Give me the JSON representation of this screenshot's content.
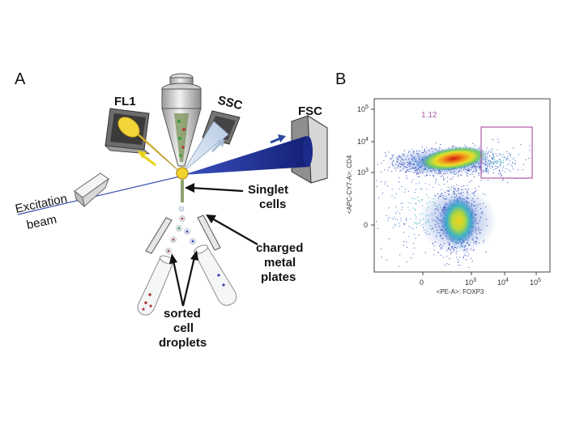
{
  "panel_a": {
    "letter": "A",
    "fl1_label": "FL1",
    "ssc_label": "SSC",
    "fsc_label": "FSC",
    "excitation_label": "Excitation",
    "beam_label": "beam",
    "singlet_line1": "Singlet",
    "singlet_line2": "cells",
    "plates_line1": "charged",
    "plates_line2": "metal",
    "plates_line3": "plates",
    "sorted_line1": "sorted",
    "sorted_line2": "cell",
    "sorted_line3": "droplets",
    "colors": {
      "fl1_cone": "#e8c61e",
      "ssc_cone": "#c8d8ea",
      "fsc_cone": "#1b2a8f",
      "beam": "#3a56b0"
    }
  },
  "panel_b": {
    "letter": "B",
    "gate_value": "1.12",
    "y_axis_label": "<APC-CY7-A>: CD4",
    "x_axis_label": "<PE-A>: FOXP3",
    "y_ticks": [
      {
        "base": "10",
        "exp": "5"
      },
      {
        "base": "10",
        "exp": "4"
      },
      {
        "base": "10",
        "exp": "3"
      },
      {
        "base": "0",
        "exp": ""
      }
    ],
    "x_ticks": [
      {
        "base": "0",
        "exp": ""
      },
      {
        "base": "10",
        "exp": "3"
      },
      {
        "base": "10",
        "exp": "4"
      },
      {
        "base": "10",
        "exp": "5"
      }
    ],
    "gate_color": "#b05aa8"
  }
}
